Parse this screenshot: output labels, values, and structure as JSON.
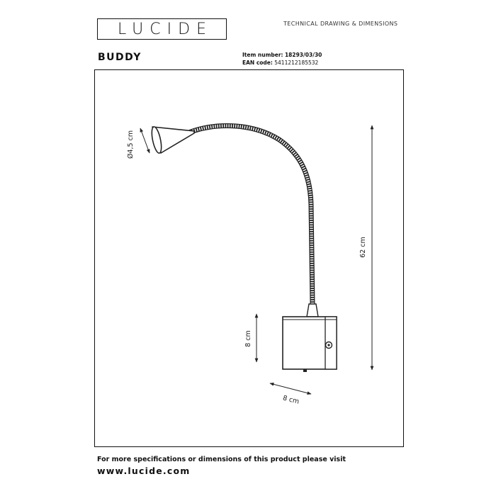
{
  "brand": {
    "logo_text": "LUCIDE"
  },
  "header": {
    "label": "TECHNICAL DRAWING & DIMENSIONS"
  },
  "product": {
    "name": "BUDDY",
    "item_label": "Item number:",
    "item_value": "18293/03/30",
    "ean_label": "EAN code:",
    "ean_value": "5411212185532"
  },
  "dimensions": {
    "head_diameter": "Ø4,5 cm",
    "total_height": "62 cm",
    "base_height": "8 cm",
    "base_width": "8 cm"
  },
  "footer": {
    "text": "For more specifications or dimensions of this product please visit",
    "link": "www.lucide.com"
  }
}
